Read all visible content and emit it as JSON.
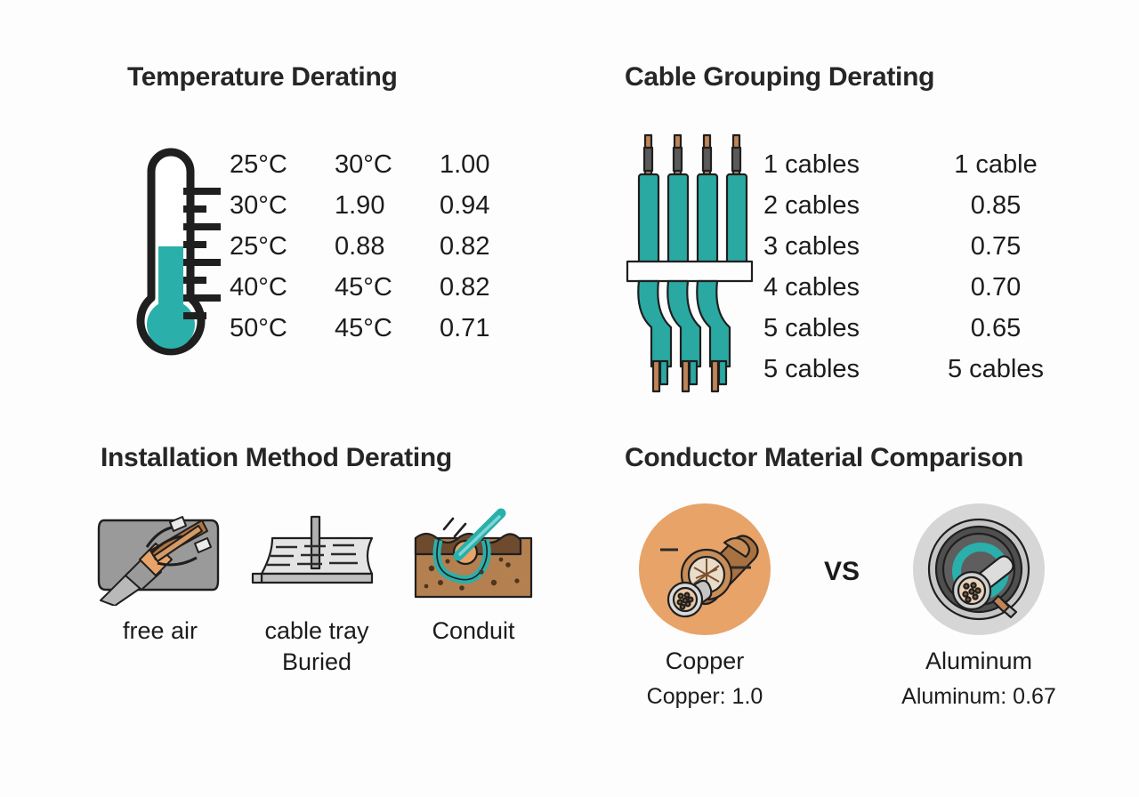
{
  "background_color": "#fdfdfd",
  "accent_color": "#2aafab",
  "copper_color": "#e8a368",
  "aluminum_color": "#d6d6d6",
  "panels": {
    "temperature": {
      "title": "Temperature Derating",
      "icon": "thermometer-icon",
      "rows": [
        [
          "25°C",
          "30°C",
          "1.00"
        ],
        [
          "30°C",
          "1.90",
          "0.94"
        ],
        [
          "25°C",
          "0.88",
          "0.82"
        ],
        [
          "40°C",
          "45°C",
          "0.82"
        ],
        [
          "50°C",
          "45°C",
          "0.71"
        ]
      ]
    },
    "grouping": {
      "title": "Cable Grouping Derating",
      "icon": "cable-bundle-icon",
      "rows": [
        [
          "1 cables",
          "1 cable"
        ],
        [
          "2 cables",
          "0.85"
        ],
        [
          "3 cables",
          "0.75"
        ],
        [
          "4 cables",
          "0.70"
        ],
        [
          "5 cables",
          "0.65"
        ],
        [
          "5 cables",
          "5 cables"
        ]
      ]
    },
    "installation": {
      "title": "Installation Method Derating",
      "items": [
        {
          "icon": "free-air-cable-icon",
          "label": "free air",
          "sublabel": ""
        },
        {
          "icon": "cable-tray-icon",
          "label": "cable tray",
          "sublabel": "Buried"
        },
        {
          "icon": "conduit-buried-icon",
          "label": "Conduit",
          "sublabel": ""
        }
      ]
    },
    "conductor": {
      "title": "Conductor Material Comparison",
      "vs_label": "VS",
      "items": [
        {
          "icon": "copper-cable-icon",
          "name": "Copper",
          "value": "Copper: 1.0"
        },
        {
          "icon": "aluminum-cable-icon",
          "name": "Aluminum",
          "value": "Aluminum: 0.67"
        }
      ]
    }
  }
}
